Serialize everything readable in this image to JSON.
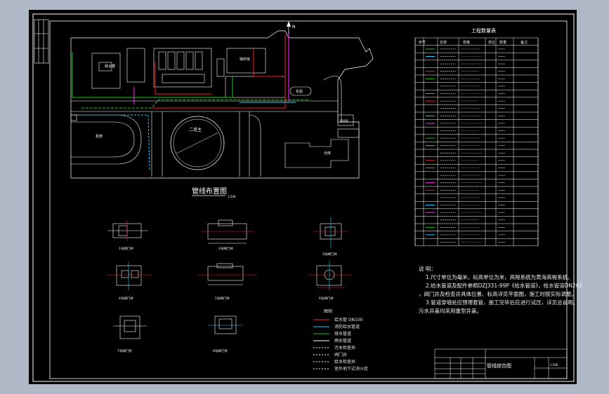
{
  "colors": {
    "outer_background": "#aeb8c6",
    "canvas": "#000000",
    "line_white": "#ffffff",
    "pipe_red": "#ff2020",
    "pipe_green": "#18c818",
    "pipe_cyan": "#20d0ff",
    "pipe_magenta": "#ff30ff"
  },
  "site_plan": {
    "title": "管线布置图",
    "scale_suffix": "1:500",
    "north_marker": "N"
  },
  "buildings": {
    "b1": "综合楼",
    "b2": "二班主",
    "b3": "化验",
    "b4": "机修",
    "b5": "仓库",
    "b6": "锅炉房",
    "b7": "值班室"
  },
  "table": {
    "title": "工程数量表",
    "headers": [
      "序号",
      "名称",
      "规格",
      "单位",
      "数量",
      "备注"
    ],
    "row_count": 27
  },
  "legend": {
    "header": "图例",
    "items": [
      "给水管 DN100",
      "消防给水管道",
      "排水管道",
      "雨水管道",
      "污水检查井",
      "阀门井",
      "给水检查井",
      "室外地下式消火栓"
    ]
  },
  "details": {
    "d1": "1号阀门井",
    "d2": "2号阀门井",
    "d3": "3号阀门井",
    "d4": "4号阀门井",
    "d5": "5号阀门井",
    "d6": "6号阀门井",
    "d7": "7号阀门井",
    "d8": "8号阀门井"
  },
  "notes": {
    "heading": "说 明：",
    "lines": [
      "1.尺寸单位为毫米，标高单位为米，高程系统为黄海高程系统。",
      "2.给水管道及配件参照DZJ331-99P《给水管道》，给水管道DN200",
      "，阀门井及检查井具体位置、标高详见平面图，施工时按实际调整。",
      "3.管道穿墙处应预埋套管，施工完毕后应进行试压，详见总说明。",
      "污水井盖均采用重型井盖。"
    ]
  },
  "title_block": {
    "drawing_name": "管线综合图",
    "scale": "1:500"
  }
}
